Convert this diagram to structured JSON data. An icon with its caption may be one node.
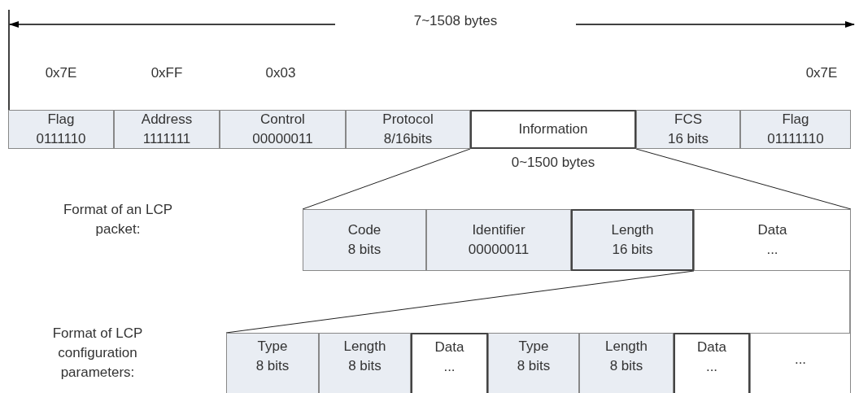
{
  "diagram": {
    "nodes": [
      {
        "text": [
          "Flag",
          "0111110"
        ],
        "beside": [
          "0x7E"
        ]
      },
      {
        "text": [
          "Address",
          "1111111"
        ],
        "beside": [
          "0xFF"
        ]
      },
      {
        "text": [
          "Control",
          "00000011"
        ],
        "beside": [
          "0x03"
        ]
      },
      {
        "text": [
          "Protocol",
          "8/16bits"
        ]
      },
      {
        "text": [
          "Information"
        ],
        "beside": [
          "0~1500 bytes"
        ]
      },
      {
        "text": [
          "FCS",
          "16 bits"
        ]
      },
      {
        "text": [
          "Flag",
          "01111110"
        ],
        "beside": [
          "0x7E"
        ]
      },
      {
        "text": [
          "Code",
          "8 bits"
        ]
      },
      {
        "text": [
          "Identifier",
          "00000011"
        ]
      },
      {
        "text": [
          "Length",
          "16 bits"
        ]
      },
      {
        "text": [
          "Data",
          "..."
        ]
      },
      {
        "text": [
          "Type",
          "8 bits"
        ]
      },
      {
        "text": [
          "Length",
          "8 bits"
        ]
      },
      {
        "text": [
          "Data",
          "..."
        ]
      },
      {
        "text": [
          "Type",
          "8 bits"
        ]
      },
      {
        "text": [
          "Length",
          "8 bits"
        ]
      },
      {
        "text": [
          "Data",
          "..."
        ]
      },
      {
        "text": [
          "..."
        ]
      }
    ],
    "edges": [
      {
        "from": 4,
        "to": 7,
        "arrow": "none"
      },
      {
        "from": 4,
        "to": 10,
        "arrow": "none"
      },
      {
        "from": 9,
        "to": 11,
        "arrow": "none"
      },
      {
        "from": 10,
        "to": 17,
        "arrow": "none"
      }
    ],
    "labels": [
      "7~1508 bytes",
      "Format of an LCP packet:",
      "Format of LCP configuration parameters:"
    ]
  }
}
